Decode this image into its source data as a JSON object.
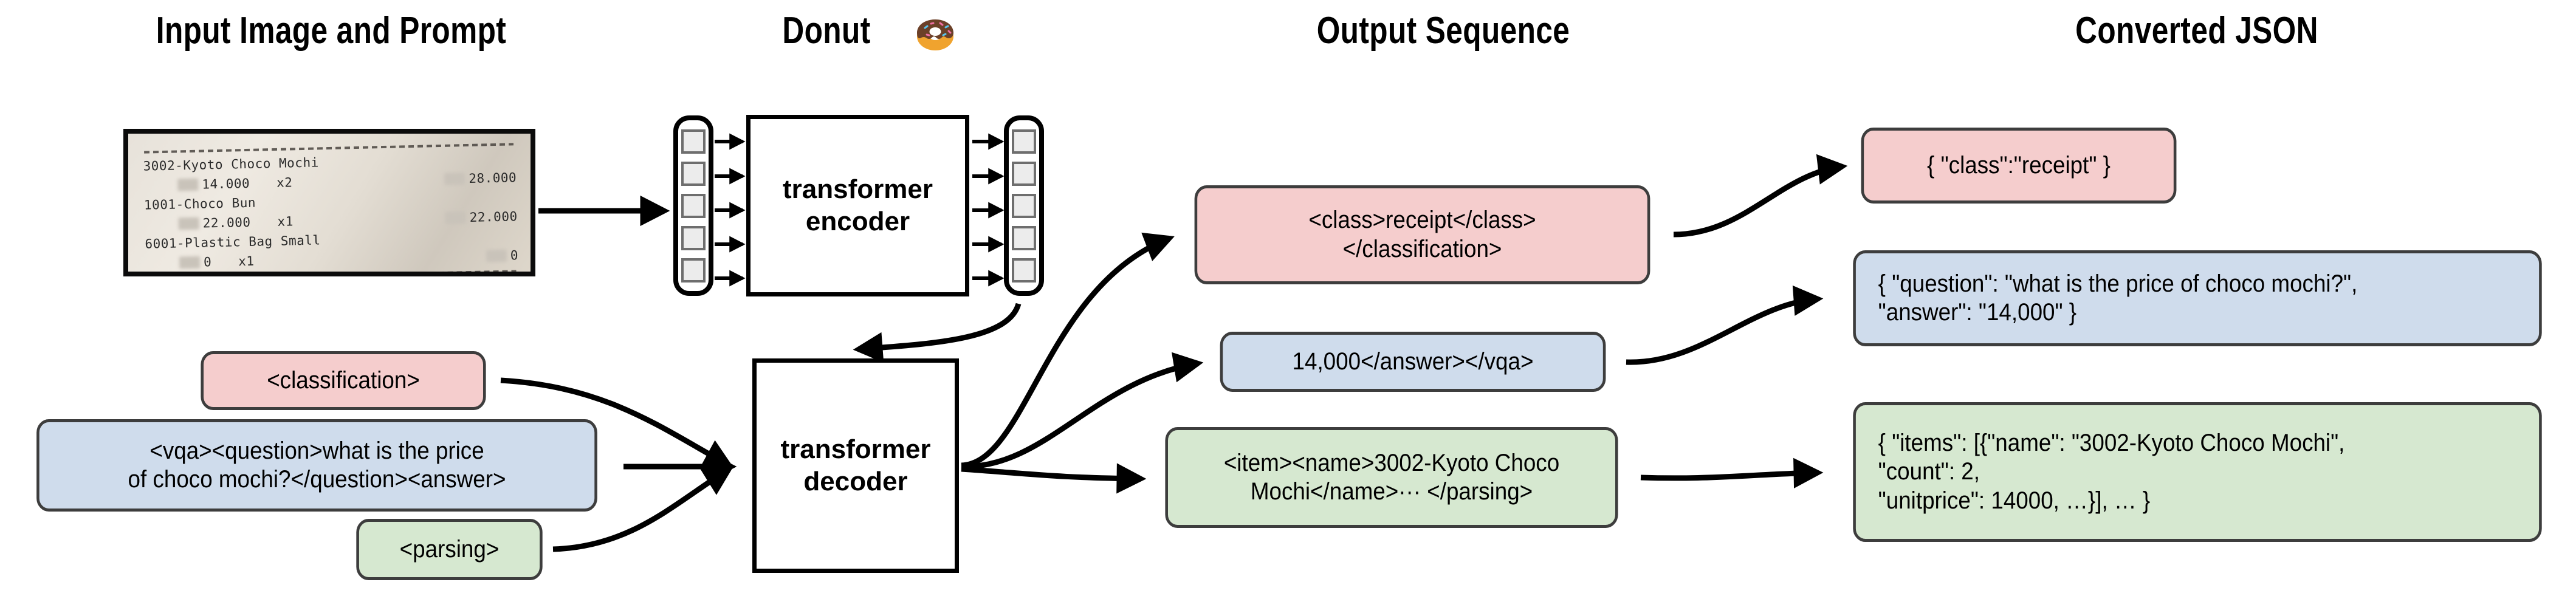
{
  "headings": {
    "input": "Input Image and Prompt",
    "model": "Donut",
    "output": "Output Sequence",
    "json": "Converted JSON"
  },
  "icons": {
    "donut": "donut-emoji-icon"
  },
  "colors": {
    "pink": "#f5cdcd",
    "blue": "#cfdcec",
    "green": "#d6e8d0",
    "node_border": "#3d3d3d",
    "stroke": "#000000",
    "token_fill": "#ececec",
    "token_border": "#6e6e6e",
    "background": "#ffffff"
  },
  "receipt": {
    "lines": [
      {
        "type": "dashes"
      },
      {
        "type": "name",
        "name": "3002-Kyoto Choco Mochi"
      },
      {
        "type": "price",
        "unit": "14.000",
        "qty": "x2",
        "total": "28.000"
      },
      {
        "type": "name",
        "name": "1001-Choco Bun"
      },
      {
        "type": "price",
        "unit": "22.000",
        "qty": "x1",
        "total": "22.000"
      },
      {
        "type": "name",
        "name": "6001-Plastic Bag Small"
      },
      {
        "type": "price",
        "unit": "0",
        "qty": "x1",
        "total": "0"
      },
      {
        "type": "dashes"
      }
    ]
  },
  "model": {
    "encoder_label": "transformer\nencoder",
    "decoder_label": "transformer\ndecoder",
    "encoder_input_tokens": 5,
    "encoder_output_tokens": 5
  },
  "prompts": [
    {
      "id": "classification-prompt",
      "color": "pink",
      "text": "<classification>"
    },
    {
      "id": "vqa-prompt",
      "color": "blue",
      "text": "<vqa><question>what is the price\nof choco mochi?</question><answer>"
    },
    {
      "id": "parsing-prompt",
      "color": "green",
      "text": "<parsing>"
    }
  ],
  "output_sequence": [
    {
      "id": "classification-output",
      "color": "pink",
      "text": "<class>receipt</class>\n</classification>"
    },
    {
      "id": "vqa-output",
      "color": "blue",
      "text": "14,000</answer></vqa>"
    },
    {
      "id": "parsing-output",
      "color": "green",
      "text": "<item><name>3002-Kyoto Choco\nMochi</name>··· </parsing>"
    }
  ],
  "converted_json": [
    {
      "id": "classification-json",
      "color": "pink",
      "text": "{ \"class\":\"receipt\" }"
    },
    {
      "id": "vqa-json",
      "color": "blue",
      "text": "{ \"question\": \"what is the price of choco mochi?\",\n   \"answer\": \"14,000\" }"
    },
    {
      "id": "parsing-json",
      "color": "green",
      "text": "{ \"items\": [{\"name\": \"3002-Kyoto Choco Mochi\",\n     \"count\": 2,\n     \"unitprice\": 14000, …}], … }"
    }
  ]
}
